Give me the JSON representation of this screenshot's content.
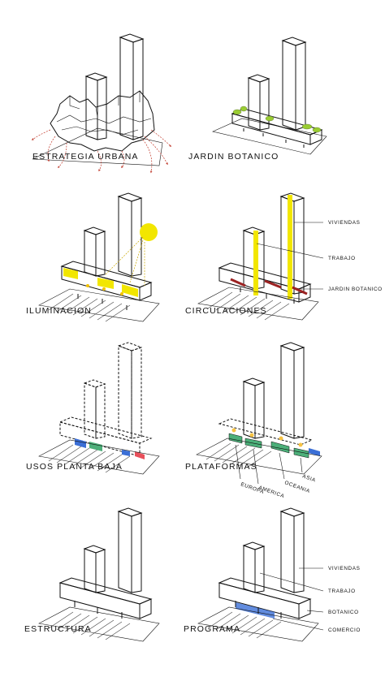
{
  "panels": {
    "estrategia": {
      "caption": "ESTRATEGIA URBANA"
    },
    "jardin": {
      "caption": "JARDIN BOTANICO"
    },
    "iluminacion": {
      "caption": "ILUMINACION"
    },
    "circulaciones": {
      "caption": "CIRCULACIONES",
      "labels": [
        "VIVIENDAS",
        "TRABAJO",
        "JARDIN BOTANICO"
      ]
    },
    "usos": {
      "caption": "USOS PLANTA BAJA"
    },
    "plataformas": {
      "caption": "PLATAFORMAS",
      "labels": [
        "EUROPA",
        "AMERICA",
        "OCEANIA",
        "ASIA"
      ]
    },
    "estructura": {
      "caption": "ESTRUCTURA"
    },
    "programa": {
      "caption": "PROGRAMA",
      "labels": [
        "VIVIENDAS",
        "TRABAJO",
        "BOTANICO",
        "COMERCIO"
      ]
    }
  },
  "colors": {
    "line": "#111111",
    "yellow": "#f2e600",
    "red": "#e8505b",
    "pink": "#f08a8f",
    "green": "#4caf79",
    "blue": "#3b6fd6",
    "gray": "#d9d9d9",
    "arrow": "#c0392b"
  }
}
